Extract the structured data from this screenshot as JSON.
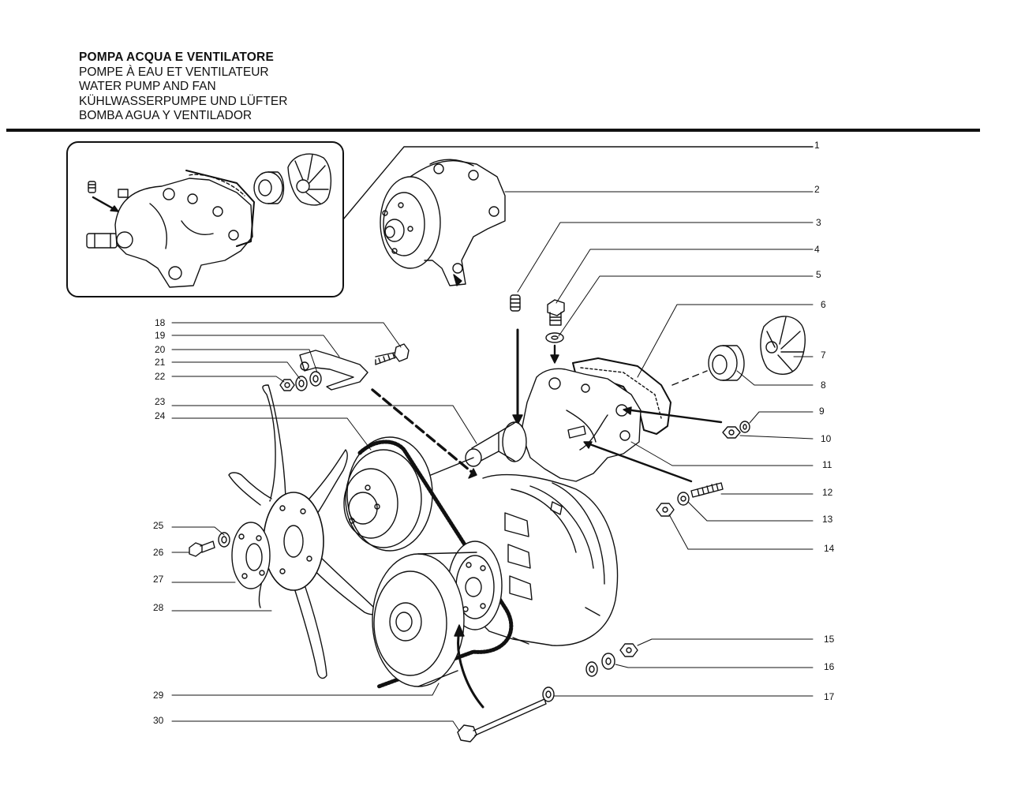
{
  "titles": {
    "it": "POMPA ACQUA E VENTILATORE",
    "fr": "POMPE À EAU ET VENTILATEUR",
    "en": "WATER PUMP AND FAN",
    "de": "KÜHLWASSERPUMPE UND LÜFTER",
    "es": "BOMBA AGUA Y VENTILADOR"
  },
  "callouts": [
    "1",
    "2",
    "3",
    "4",
    "5",
    "6",
    "7",
    "8",
    "9",
    "10",
    "11",
    "12",
    "13",
    "14",
    "15",
    "16",
    "17",
    "18",
    "19",
    "20",
    "21",
    "22",
    "23",
    "24",
    "25",
    "26",
    "27",
    "28",
    "29",
    "30"
  ],
  "icons": {
    "inset": "water-pump-assembly-inset",
    "pump": "water-pump-housing",
    "fan": "fan-blade",
    "alternator": "alternator",
    "belt": "v-belt"
  }
}
